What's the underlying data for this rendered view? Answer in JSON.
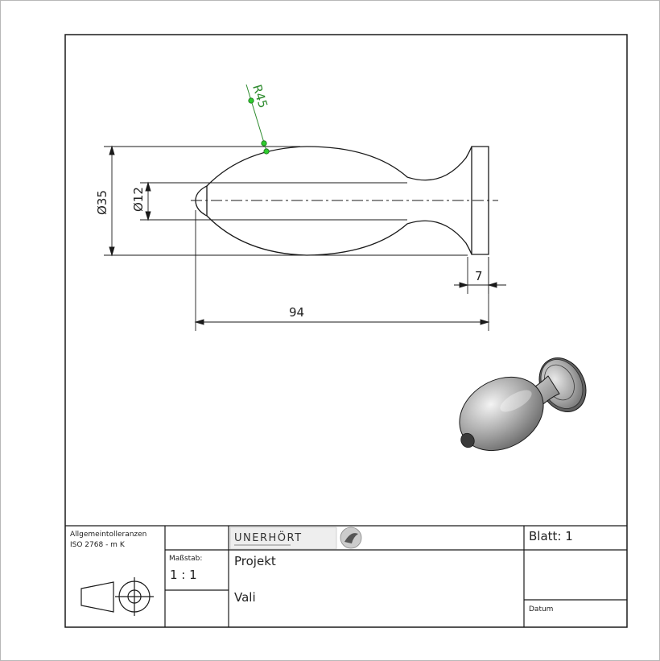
{
  "dimensions": {
    "radius": "R45",
    "outer_diameter": "Ø35",
    "inner_diameter": "Ø12",
    "flange_width": "7",
    "overall_length": "94"
  },
  "title_block": {
    "tolerance_line1": "Allgemeintolleranzen",
    "tolerance_line2": "ISO 2768 - m K",
    "scale_label": "Maßstab:",
    "scale_value": "1 : 1",
    "logo_text": "UNERHÖRT",
    "project_label": "Projekt",
    "project_name": "Vali",
    "sheet_label": "Blatt: 1",
    "date_label": "Datum"
  },
  "colors": {
    "line": "#1a1a1a",
    "radius_dim": "#2e8b2e",
    "radius_point": "#2ecc2e",
    "part_shade": "#9a9a9a"
  }
}
